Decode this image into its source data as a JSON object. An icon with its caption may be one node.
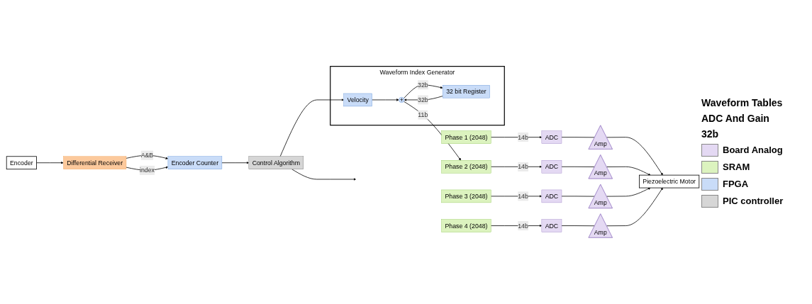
{
  "diagram": {
    "nodes": [
      {
        "text": [
          "Waveform Index Generator"
        ]
      },
      {
        "text": [
          "Velocity"
        ],
        "in": 0
      },
      {
        "text": [
          "+"
        ],
        "in": 0
      },
      {
        "text": [
          "32 bit Register"
        ],
        "in": 0
      },
      {
        "text": [
          "Phase 1 (2048)"
        ]
      },
      {
        "text": [
          "Phase 2 (2048)"
        ]
      },
      {
        "text": [
          "Phase 3 (2048)"
        ]
      },
      {
        "text": [
          "Phase 4 (2048)"
        ]
      },
      {
        "text": [
          "ADC"
        ]
      },
      {
        "text": [
          "ADC"
        ]
      },
      {
        "text": [
          "ADC"
        ]
      },
      {
        "text": [
          "ADC"
        ]
      },
      {
        "text": [
          "Amp"
        ]
      },
      {
        "text": [
          "Amp"
        ]
      },
      {
        "text": [
          "Amp"
        ]
      },
      {
        "text": [
          "Amp"
        ]
      },
      {
        "text": [
          "Piezoelectric Motor"
        ]
      },
      {
        "text": [
          "Control Algorithm"
        ]
      },
      {
        "text": [
          "Encoder Counter"
        ]
      },
      {
        "text": [
          "Differential Receiver"
        ]
      },
      {
        "text": [
          "Encoder"
        ]
      }
    ],
    "edges": [
      {
        "from": 1,
        "to": 2,
        "arrow": "to"
      },
      {
        "from": 3,
        "to": 2,
        "label": "32b",
        "arrow": "to"
      },
      {
        "from": 2,
        "to": 3,
        "label": "32b",
        "arrow": "to"
      },
      {
        "from": 2,
        "to": 5,
        "label": "11b",
        "arrow": "to"
      },
      {
        "from": 4,
        "to": 8,
        "label": "14b",
        "arrow": "to"
      },
      {
        "from": 5,
        "to": 9,
        "label": "14b",
        "arrow": "to"
      },
      {
        "from": 6,
        "to": 10,
        "label": "14b",
        "arrow": "to"
      },
      {
        "from": 7,
        "to": 11,
        "label": "14b",
        "arrow": "to"
      },
      {
        "from": 8,
        "to": 12,
        "arrow": "none"
      },
      {
        "from": 9,
        "to": 13,
        "arrow": "none"
      },
      {
        "from": 10,
        "to": 14,
        "arrow": "none"
      },
      {
        "from": 11,
        "to": 15,
        "arrow": "none"
      },
      {
        "from": 12,
        "to": 16,
        "arrow": "to"
      },
      {
        "from": 13,
        "to": 16,
        "arrow": "to"
      },
      {
        "from": 14,
        "to": 16,
        "arrow": "to"
      },
      {
        "from": 15,
        "to": 16,
        "arrow": "to"
      },
      {
        "from": 20,
        "to": 19,
        "arrow": "to"
      },
      {
        "from": 19,
        "to": 18,
        "label": "A&B",
        "arrow": "to"
      },
      {
        "from": 19,
        "to": 18,
        "label": "index",
        "arrow": "to"
      },
      {
        "from": 18,
        "to": 17,
        "arrow": "to"
      },
      {
        "from": 17,
        "to": 1,
        "arrow": "to"
      },
      {
        "from": 17,
        "to": null,
        "arrow": "to"
      }
    ],
    "labels": [
      "Waveform Tables",
      "ADC And Gain",
      "32b"
    ],
    "legend": [
      {
        "text": "Board Analog",
        "color": "#e4d9f3"
      },
      {
        "text": "SRAM",
        "color": "#dcf3bf"
      },
      {
        "text": "FPGA",
        "color": "#c9dcf8"
      },
      {
        "text": "PIC controller",
        "color": "#d6d6d6"
      }
    ]
  }
}
